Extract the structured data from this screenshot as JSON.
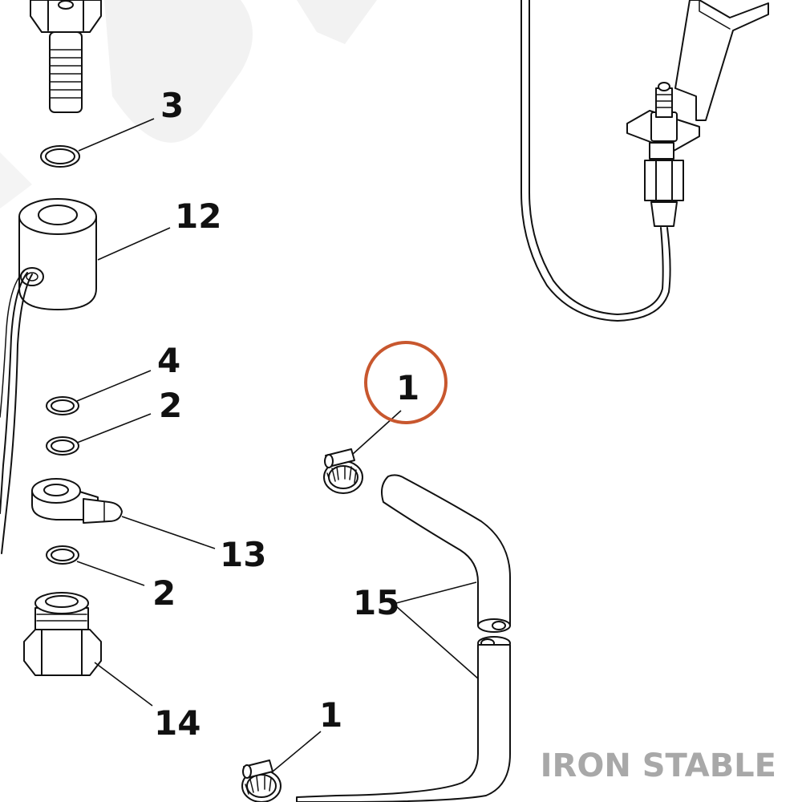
{
  "callouts": {
    "c3": "3",
    "c12": "12",
    "c4": "4",
    "c2a": "2",
    "c13": "13",
    "c2b": "2",
    "c14": "14",
    "c1_top": "1",
    "c15": "15",
    "c1_bottom": "1"
  },
  "highlight": {
    "callout": "1",
    "color": "#c8572e"
  },
  "watermark": "IRON STABLE",
  "colors": {
    "line": "#111111",
    "highlight": "#c8572e",
    "watermark_text": "#a8a8a8",
    "background_mark": "#f0f0f0"
  }
}
